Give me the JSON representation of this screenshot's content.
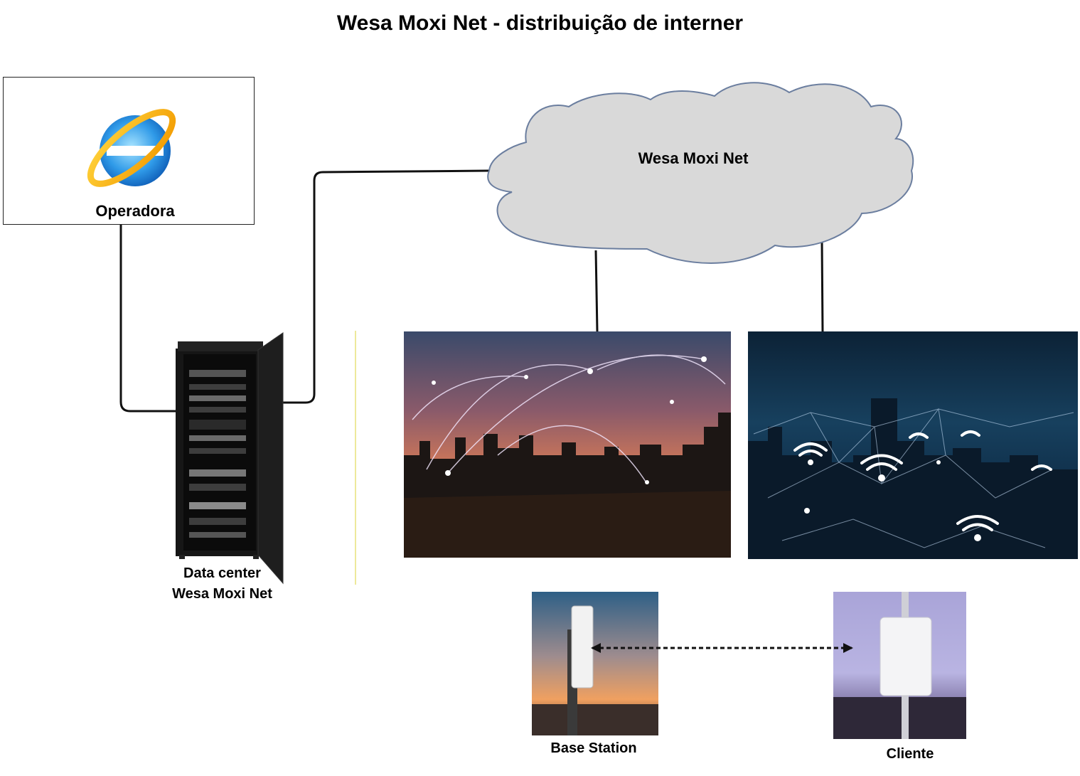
{
  "title": "Wesa Moxi Net - distribuição de interner",
  "nodes": {
    "operadora": {
      "label": "Operadora",
      "icon": "browser-globe-icon"
    },
    "cloud": {
      "label": "Wesa Moxi Net",
      "icon": "cloud-icon"
    },
    "datacenter": {
      "line1": "Data center",
      "line2": "Wesa Moxi Net",
      "icon": "server-rack-icon"
    },
    "base_station": {
      "label": "Base Station",
      "icon": "radio-antenna-icon"
    },
    "cliente": {
      "label": "Cliente",
      "icon": "radio-antenna-icon"
    }
  },
  "images": {
    "city_sunset": "city-network-sunset-photo",
    "city_wifi": "city-wifi-night-photo"
  },
  "colors": {
    "cloud_fill": "#d9d9d9",
    "cloud_stroke": "#6b7e9f",
    "line": "#111111",
    "divider": "#e7e27a"
  }
}
